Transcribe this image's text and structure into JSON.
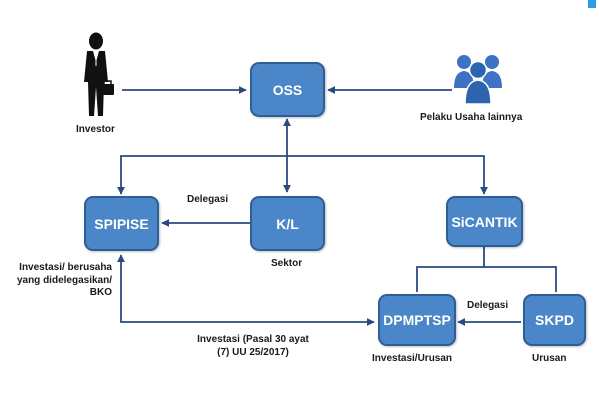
{
  "nodes": {
    "oss": "OSS",
    "spipise": "SPIPISE",
    "kl": "K/L",
    "sicantik": "SiCANTIK",
    "dpmptsp": "DPMPTSP",
    "skpd": "SKPD"
  },
  "labels": {
    "investor": "Investor",
    "pelaku_usaha": "Pelaku Usaha lainnya",
    "delegasi_kl": "Delegasi",
    "sektor": "Sektor",
    "investasi_berusaha": [
      "Investasi/ berusaha",
      "yang didelegasikan/",
      "BKO"
    ],
    "delegasi_skpd": "Delegasi",
    "investasi_pasal": [
      "Investasi (Pasal 30 ayat",
      "(7) UU 25/2017)"
    ],
    "investasi_urusan": "Investasi/Urusan",
    "urusan": "Urusan"
  },
  "icons": {
    "investor": "businessman-icon",
    "pelaku_usaha": "people-group-icon"
  },
  "colors": {
    "node_fill": "#4a86c8",
    "node_border": "#2f5d96",
    "connector": "#2a4a7f",
    "people_icon": "#3d72c4"
  }
}
